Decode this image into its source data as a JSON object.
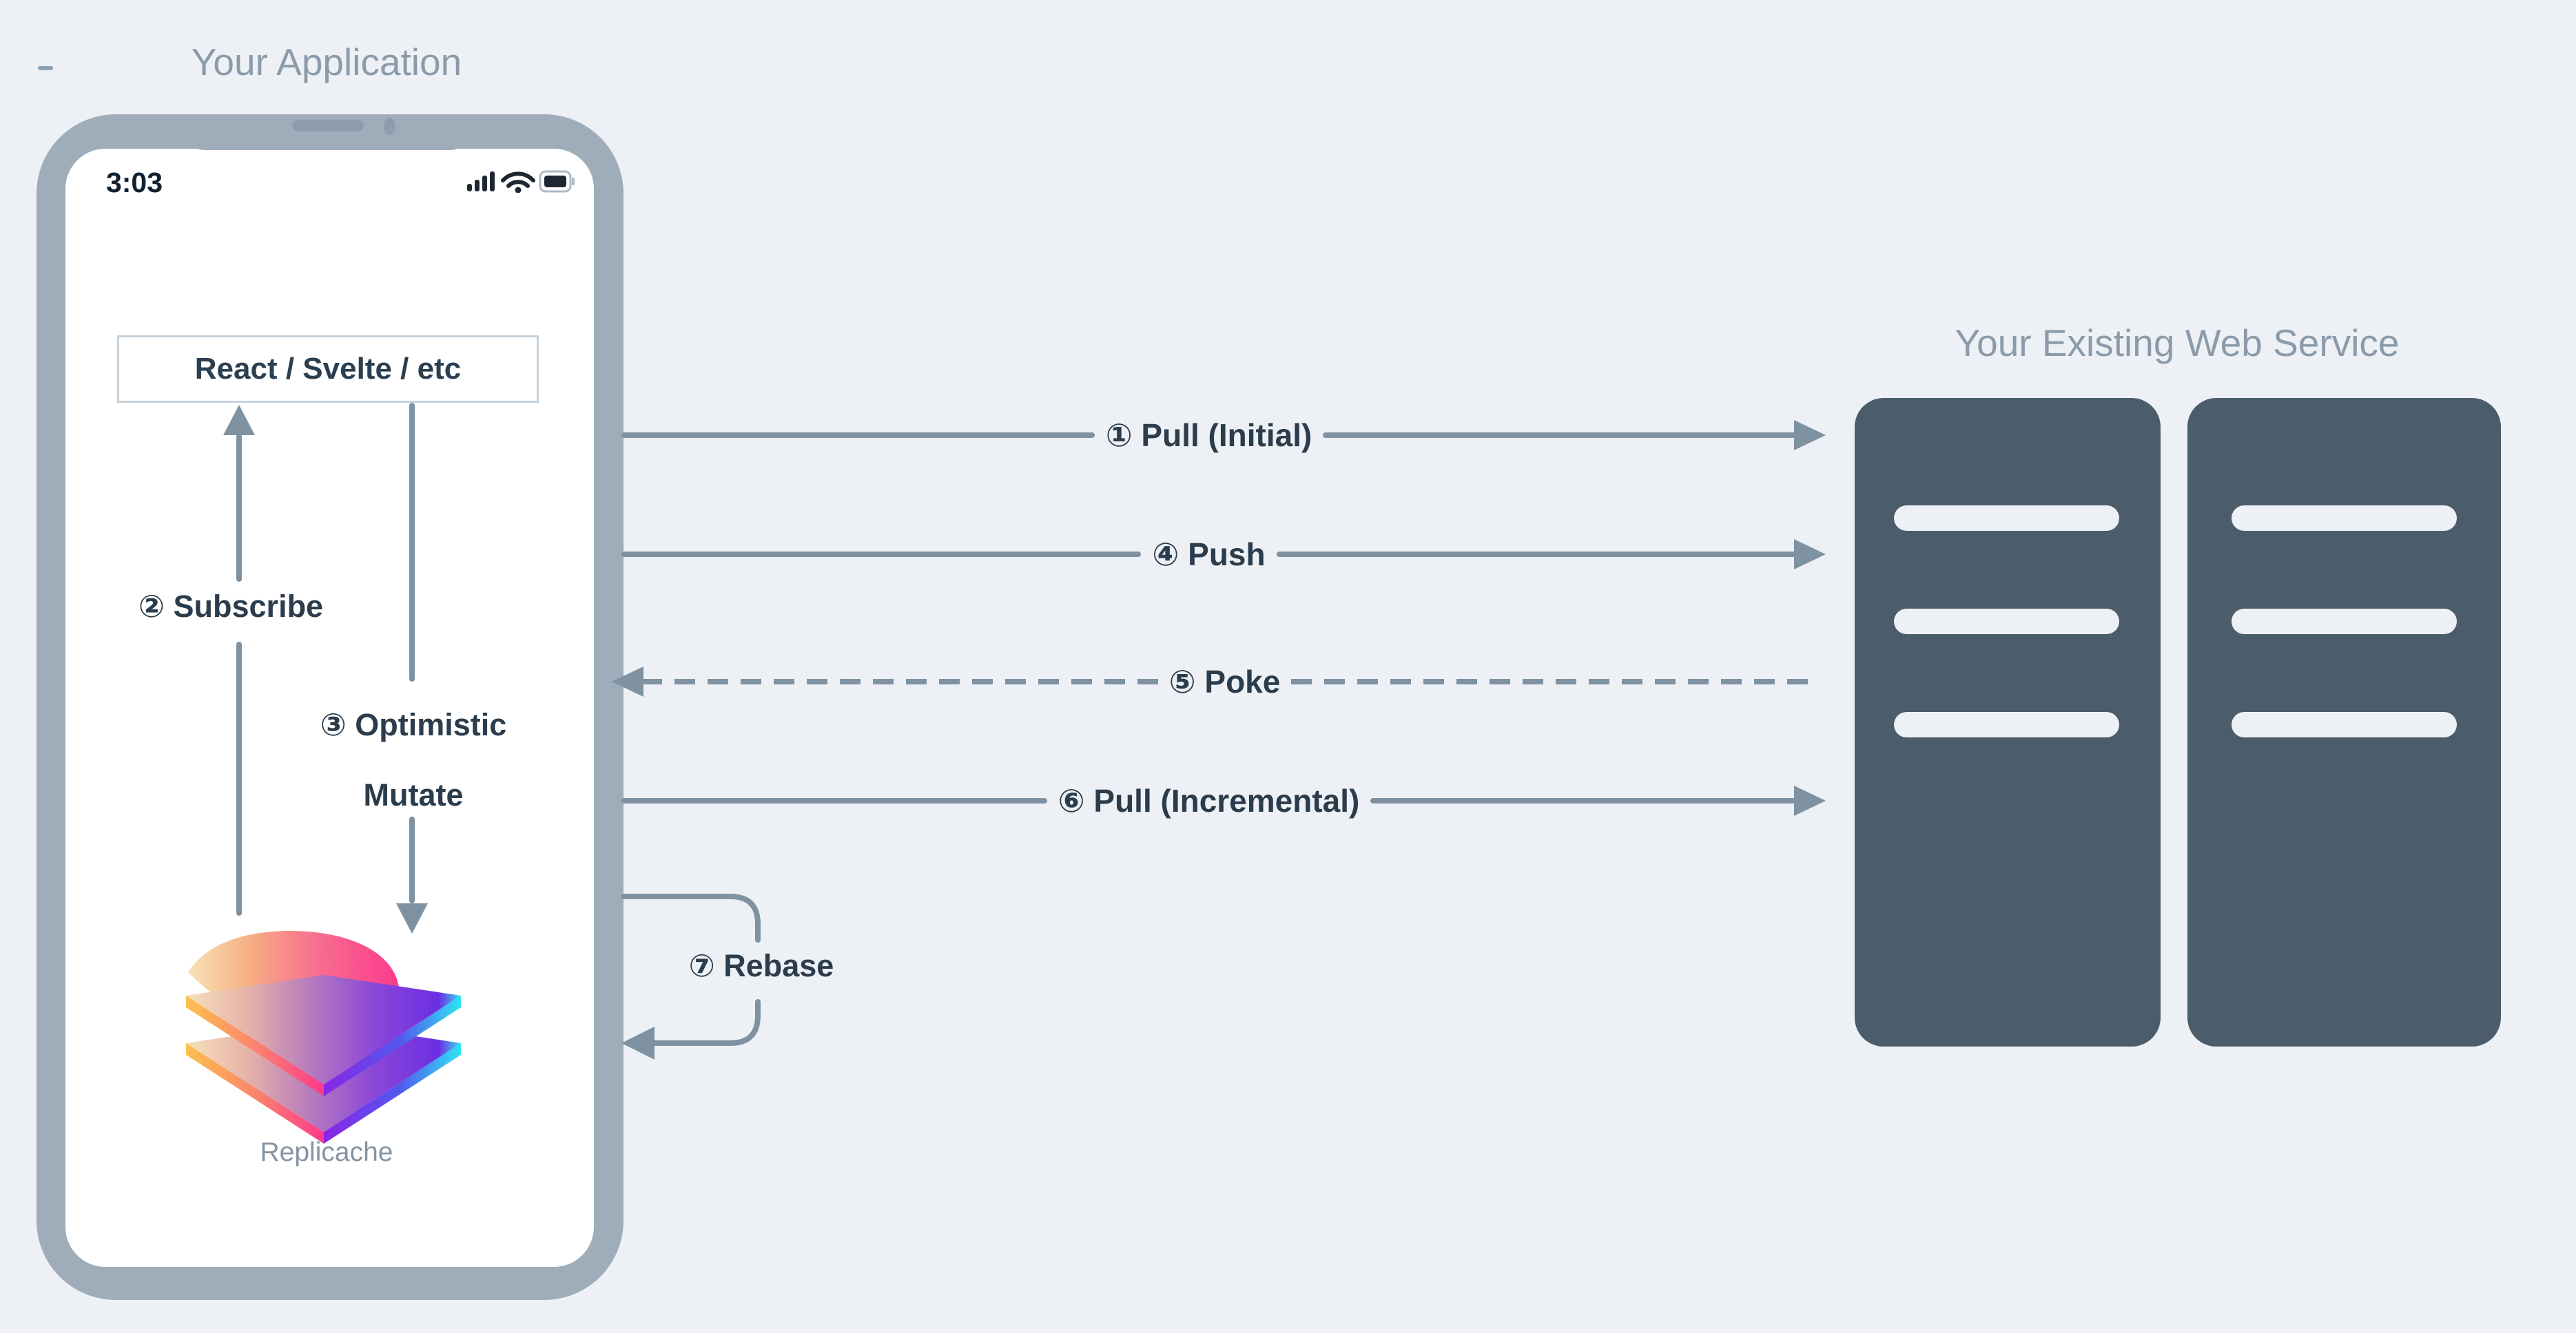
{
  "colors": {
    "background": "#edf1f5",
    "line_gray": "#7e92a2",
    "phone_bezel": "#9fadbb",
    "dark_text": "#2b3c4c",
    "muted_title": "#8b9bab",
    "server_slate": "#4b5c6b",
    "screen_white": "#ffffff",
    "status_text": "#11202e",
    "logo_pink": "#fb3a8c",
    "logo_purple": "#6c2ee2",
    "logo_cyan": "#38dff2",
    "logo_yellow": "#fcc14e"
  },
  "app": {
    "title": "Your Application",
    "status_time": "3:03",
    "framework_label": "React / Svelte / etc",
    "logo_label": "Replicache",
    "status_icons": [
      "signal-icon",
      "wifi-icon",
      "battery-icon"
    ]
  },
  "flows": {
    "subscribe": "② Subscribe",
    "optimistic_line1": "③ Optimistic",
    "optimistic_line2": "Mutate",
    "rebase": "⑦ Rebase"
  },
  "arrows": [
    {
      "label": "① Pull (Initial)",
      "direction": "right",
      "style": "solid"
    },
    {
      "label": "④ Push",
      "direction": "right",
      "style": "solid"
    },
    {
      "label": "⑤ Poke",
      "direction": "left",
      "style": "dashed"
    },
    {
      "label": "⑥ Pull (Incremental)",
      "direction": "right",
      "style": "solid"
    }
  ],
  "service": {
    "title": "Your Existing Web Service",
    "tower_count": 2,
    "slots_per_tower": 3
  }
}
